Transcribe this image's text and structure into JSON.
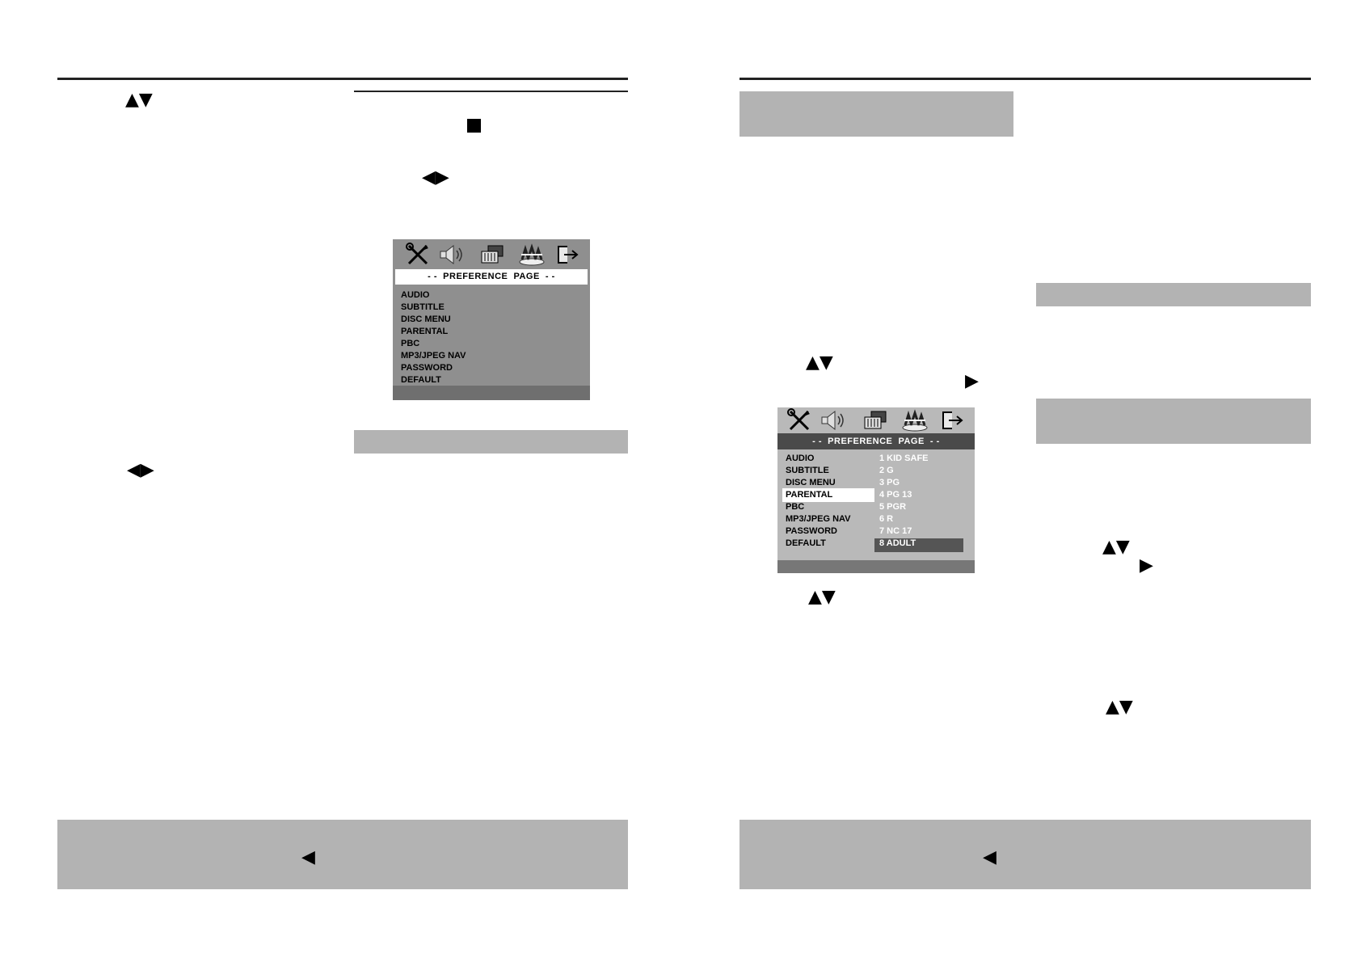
{
  "icons": {
    "arrow_up_down": "▲▼",
    "arrow_left_right": "◀▶",
    "arrow_right": "▶",
    "arrow_left": "◀",
    "stop": "stop-square"
  },
  "osd_left": {
    "title": "- -  PREFERENCE  PAGE  - -",
    "menu": [
      "AUDIO",
      "SUBTITLE",
      "DISC MENU",
      "PARENTAL",
      "PBC",
      "MP3/JPEG NAV",
      "PASSWORD",
      "DEFAULT"
    ],
    "icon_names": [
      "tools-icon",
      "speaker-icon",
      "video-icon",
      "preference-icon",
      "exit-icon"
    ]
  },
  "osd_right": {
    "title": "- -  PREFERENCE  PAGE  - -",
    "menu": [
      "AUDIO",
      "SUBTITLE",
      "DISC MENU",
      "PARENTAL",
      "PBC",
      "MP3/JPEG NAV",
      "PASSWORD",
      "DEFAULT"
    ],
    "selected_menu": "PARENTAL",
    "options": [
      "1  KID SAFE",
      "2  G",
      "3  PG",
      "4  PG 13",
      "5  PGR",
      "6  R",
      "7  NC 17",
      "8  ADULT"
    ],
    "selected_option": "8  ADULT"
  },
  "colors": {
    "gray_bar": "#b3b3b3",
    "osd_bg": "#8f8f8f",
    "osd_dark": "#4a4a4a"
  }
}
